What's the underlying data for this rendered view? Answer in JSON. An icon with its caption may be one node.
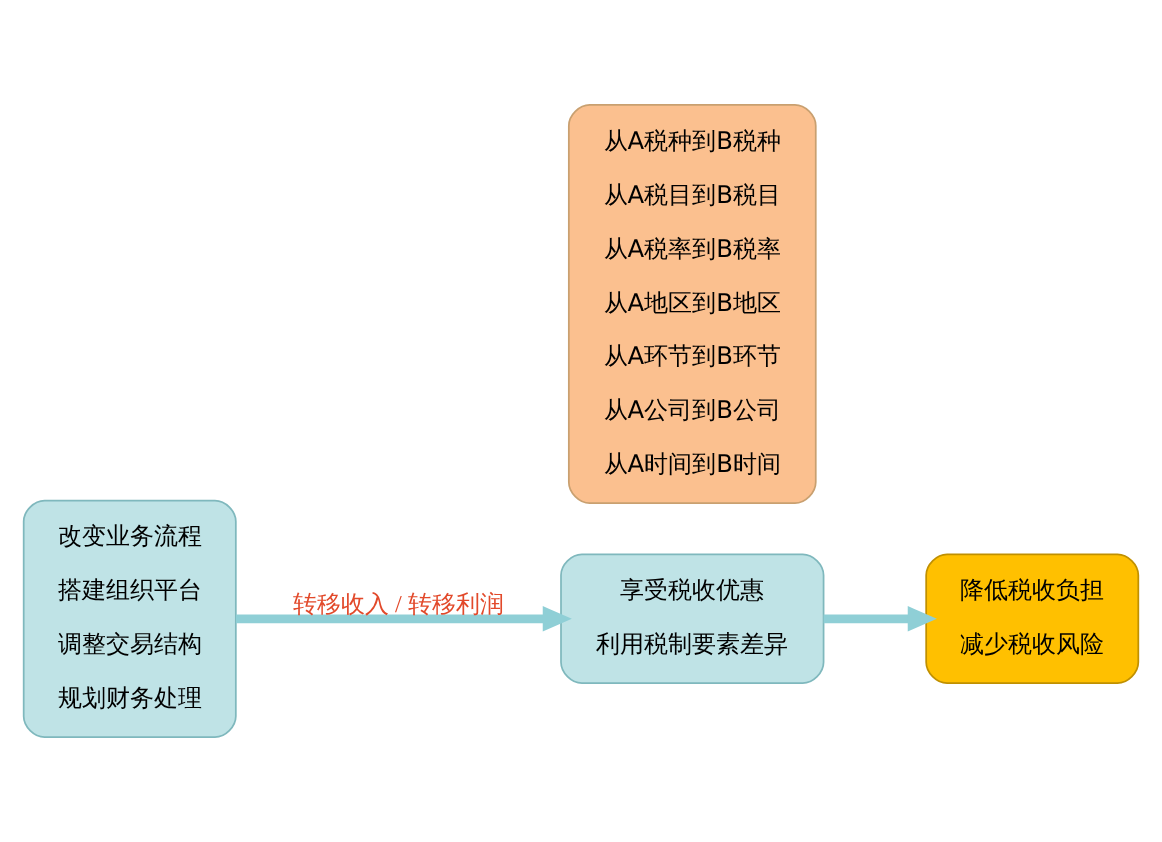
{
  "diagram": {
    "nodes": [
      {
        "text": [
          "改变业务流程",
          "搭建组织平台",
          "调整交易结构",
          "规划财务处理"
        ]
      },
      {
        "text": [
          "从A税种到B税种",
          "从A税目到B税目",
          "从A税率到B税率",
          "从A地区到B地区",
          "从A环节到B环节",
          "从A公司到B公司",
          "从A时间到B时间"
        ]
      },
      {
        "text": [
          "享受税收优惠",
          "利用税制要素差异"
        ]
      },
      {
        "text": [
          "降低税收负担",
          "减少税收风险"
        ]
      }
    ],
    "edges": [
      {
        "from": 0,
        "to": 2,
        "arrow": "to",
        "label": "转移收入 / 转移利润"
      },
      {
        "from": 2,
        "to": 3,
        "arrow": "to"
      }
    ]
  }
}
